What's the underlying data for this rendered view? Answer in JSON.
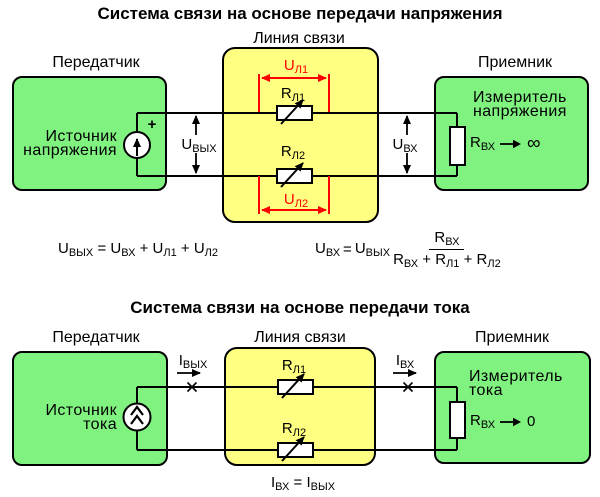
{
  "colors": {
    "box_green": "#80f280",
    "box_yellow": "#ffff82",
    "dimension_red": "#ff0000",
    "line_black": "#000000"
  },
  "top": {
    "title": "Система связи на основе передачи напряжения",
    "line_label": "Линия связи",
    "transmitter_label": "Передатчик",
    "receiver_label": "Приемник",
    "source_label_line1": "Источник",
    "source_label_line2": "напряжения",
    "plus_sign": "+",
    "u_out": {
      "base": "U",
      "sub": "ВЫХ"
    },
    "u_in": {
      "base": "U",
      "sub": "ВХ"
    },
    "u_l1": {
      "base": "U",
      "sub": "Л1"
    },
    "u_l2": {
      "base": "U",
      "sub": "Л2"
    },
    "r_l1": {
      "base": "R",
      "sub": "Л1"
    },
    "r_l2": {
      "base": "R",
      "sub": "Л2"
    },
    "meter_label_line1": "Измеритель",
    "meter_label_line2": "напряжения",
    "r_in": {
      "base": "R",
      "sub": "ВХ"
    },
    "r_in_limit": "∞"
  },
  "formula_left": {
    "lhs": {
      "base": "U",
      "sub": "ВЫХ"
    },
    "equals": "=",
    "term1": {
      "base": "U",
      "sub": "ВХ"
    },
    "plus1": "+",
    "term2": {
      "base": "U",
      "sub": "Л1"
    },
    "plus2": "+",
    "term3": {
      "base": "U",
      "sub": "Л2"
    }
  },
  "formula_right": {
    "lhs": {
      "base": "U",
      "sub": "ВХ"
    },
    "equals": "=",
    "factor": {
      "base": "U",
      "sub": "ВЫХ"
    },
    "numerator": {
      "base": "R",
      "sub": "ВХ"
    },
    "den1": {
      "base": "R",
      "sub": "ВХ"
    },
    "plus1": "+",
    "den2": {
      "base": "R",
      "sub": "Л1"
    },
    "plus2": "+",
    "den3": {
      "base": "R",
      "sub": "Л2"
    }
  },
  "bottom": {
    "title": "Система связи на основе передачи тока",
    "line_label": "Линия связи",
    "transmitter_label": "Передатчик",
    "receiver_label": "Приемник",
    "source_label_line1": "Источник",
    "source_label_line2": "тока",
    "i_out": {
      "base": "I",
      "sub": "ВЫХ"
    },
    "i_in": {
      "base": "I",
      "sub": "ВХ"
    },
    "r_l1": {
      "base": "R",
      "sub": "Л1"
    },
    "r_l2": {
      "base": "R",
      "sub": "Л2"
    },
    "meter_label_line1": "Измеритель",
    "meter_label_line2": "тока",
    "r_in": {
      "base": "R",
      "sub": "ВХ"
    },
    "r_in_limit": "0"
  },
  "formula_current": {
    "lhs": {
      "base": "I",
      "sub": "ВХ"
    },
    "equals": "=",
    "rhs": {
      "base": "I",
      "sub": "ВЫХ"
    }
  }
}
